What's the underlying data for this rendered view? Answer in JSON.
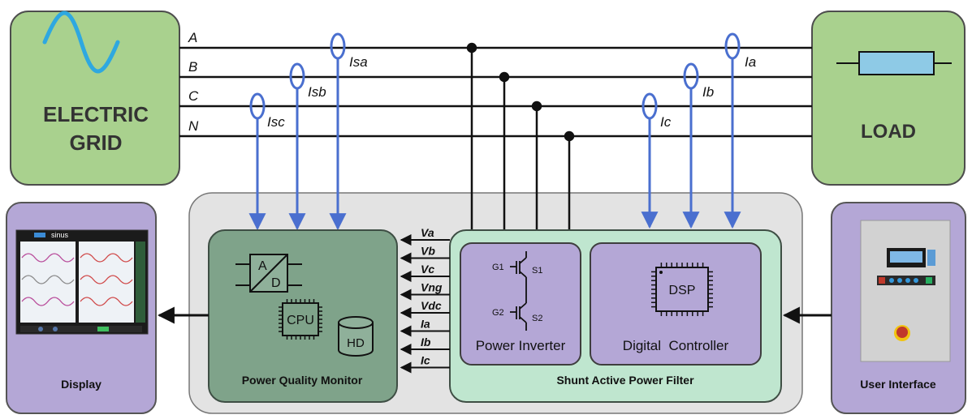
{
  "grid": {
    "line1": "ELECTRIC",
    "line2": "GRID"
  },
  "load": {
    "label": "LOAD"
  },
  "phases": [
    "A",
    "B",
    "C",
    "N"
  ],
  "grid_sensors": [
    "Isa",
    "Isb",
    "Isc"
  ],
  "load_sensors": [
    "Ia",
    "Ib",
    "Ic"
  ],
  "monitor": {
    "title": "Power Quality Monitor",
    "adc_a": "A",
    "adc_d": "D",
    "cpu": "CPU",
    "hd": "HD"
  },
  "signals": [
    "Va",
    "Vb",
    "Vc",
    "Vng",
    "Vdc",
    "Ia",
    "Ib",
    "Ic"
  ],
  "filter": {
    "title": "Shunt Active Power Filter",
    "inverter": {
      "label": "Power Inverter",
      "g1": "G1",
      "s1": "S1",
      "g2": "G2",
      "s2": "S2"
    },
    "controller": {
      "label": "Digital  Controller",
      "dsp": "DSP"
    }
  },
  "display": {
    "label": "Display",
    "brand": "sinus"
  },
  "user_interface": {
    "label": "User Interface"
  },
  "colors": {
    "green_box": "#a9d18e",
    "purple_box": "#b4a7d6",
    "monitor_fill": "#7fa38a",
    "filter_fill": "#bfe6cf",
    "sensor_blue": "#4a6fcf",
    "outer_gray": "#e3e3e3"
  }
}
